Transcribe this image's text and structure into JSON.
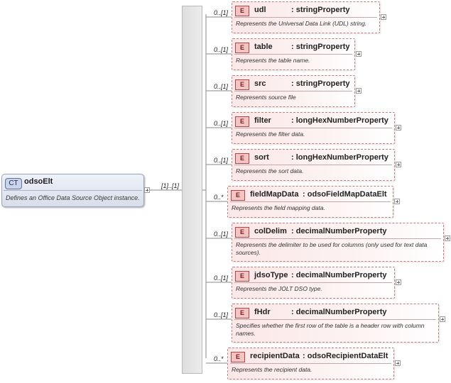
{
  "complex_type": {
    "badge": "CT",
    "name": "odsoElt",
    "description": "Defines an Office Data Source Object instance."
  },
  "sequence": {
    "multiplicity": "[1]..[1]"
  },
  "elements": [
    {
      "multiplicity": "0..[1]",
      "badge": "E",
      "name": "udl",
      "type": ": stringProperty",
      "description": "Represents the Universal Data Link (UDL) string."
    },
    {
      "multiplicity": "0..[1]",
      "badge": "E",
      "name": "table",
      "type": ": stringProperty",
      "description": "Represents the table name."
    },
    {
      "multiplicity": "0..[1]",
      "badge": "E",
      "name": "src",
      "type": ": stringProperty",
      "description": "Represents source file"
    },
    {
      "multiplicity": "0..[1]",
      "badge": "E",
      "name": "filter",
      "type": ": longHexNumberProperty",
      "description": "Represents the filter data."
    },
    {
      "multiplicity": "0..[1]",
      "badge": "E",
      "name": "sort",
      "type": ": longHexNumberProperty",
      "description": "Represents the sort data."
    },
    {
      "multiplicity": "0..*",
      "badge": "E",
      "name": "fieldMapData",
      "type": ": odsoFieldMapDataElt",
      "description": "Represents the field mapping data."
    },
    {
      "multiplicity": "0..[1]",
      "badge": "E",
      "name": "colDelim",
      "type": ": decimalNumberProperty",
      "description": "Represents the delimiter to be used for columns (only used for text data sources)."
    },
    {
      "multiplicity": "0..[1]",
      "badge": "E",
      "name": "jdsoType",
      "type": ": decimalNumberProperty",
      "description": "Represents the JOLT DSO type."
    },
    {
      "multiplicity": "0..[1]",
      "badge": "E",
      "name": "fHdr",
      "type": ": decimalNumberProperty",
      "description": "Specifies whether the first row of the table is a header row with column names."
    },
    {
      "multiplicity": "0..*",
      "badge": "E",
      "name": "recipientData",
      "type": ": odsoRecipientDataElt",
      "description": "Represents the recipient data."
    }
  ]
}
